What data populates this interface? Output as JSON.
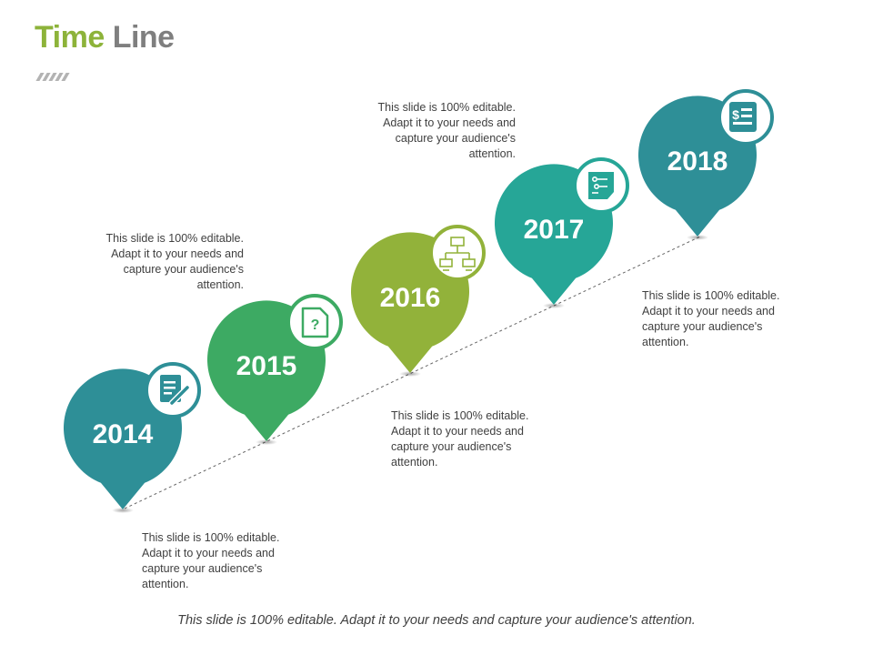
{
  "title": {
    "part1": "Time",
    "part2": "Line"
  },
  "colors": {
    "teal": "#2e8f97",
    "green": "#3daa63",
    "lime": "#92b23a",
    "aqua": "#26a697",
    "title_accent": "#8db33a",
    "title_gray": "#7f7f7f"
  },
  "milestones": [
    {
      "year": "2014",
      "color": "#2e8f97",
      "icon": "document-edit-icon",
      "description": "This slide is 100% editable. Adapt it to your needs and capture your audience's attention."
    },
    {
      "year": "2015",
      "color": "#3daa63",
      "icon": "question-document-icon",
      "description": "This slide is 100% editable. Adapt it to your needs and capture your audience's attention."
    },
    {
      "year": "2016",
      "color": "#92b23a",
      "icon": "network-icon",
      "description": "This slide is 100% editable. Adapt it to your needs and capture your audience's attention."
    },
    {
      "year": "2017",
      "color": "#26a697",
      "icon": "flowchart-document-icon",
      "description": "This slide is 100% editable. Adapt it to your needs and capture your audience's attention."
    },
    {
      "year": "2018",
      "color": "#2e8f97",
      "icon": "invoice-icon",
      "description": "This slide is 100% editable. Adapt it to your needs and capture your audience's attention."
    }
  ],
  "footer": "This slide is 100% editable. Adapt it to your needs and capture your audience's attention."
}
